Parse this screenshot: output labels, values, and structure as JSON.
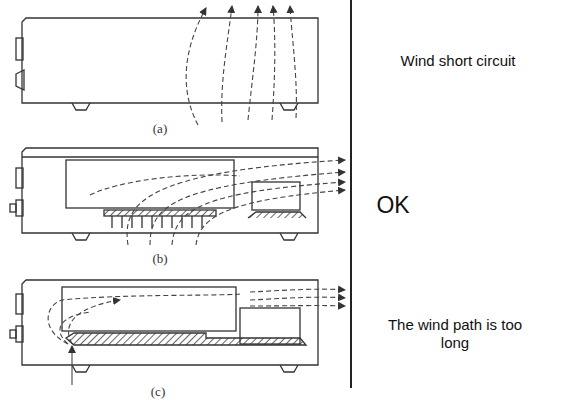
{
  "diagram": {
    "labels": [
      "(a)",
      "(b)",
      "(c)",
      "Wind short circuit",
      "OK",
      "The wind path is too long"
    ]
  }
}
